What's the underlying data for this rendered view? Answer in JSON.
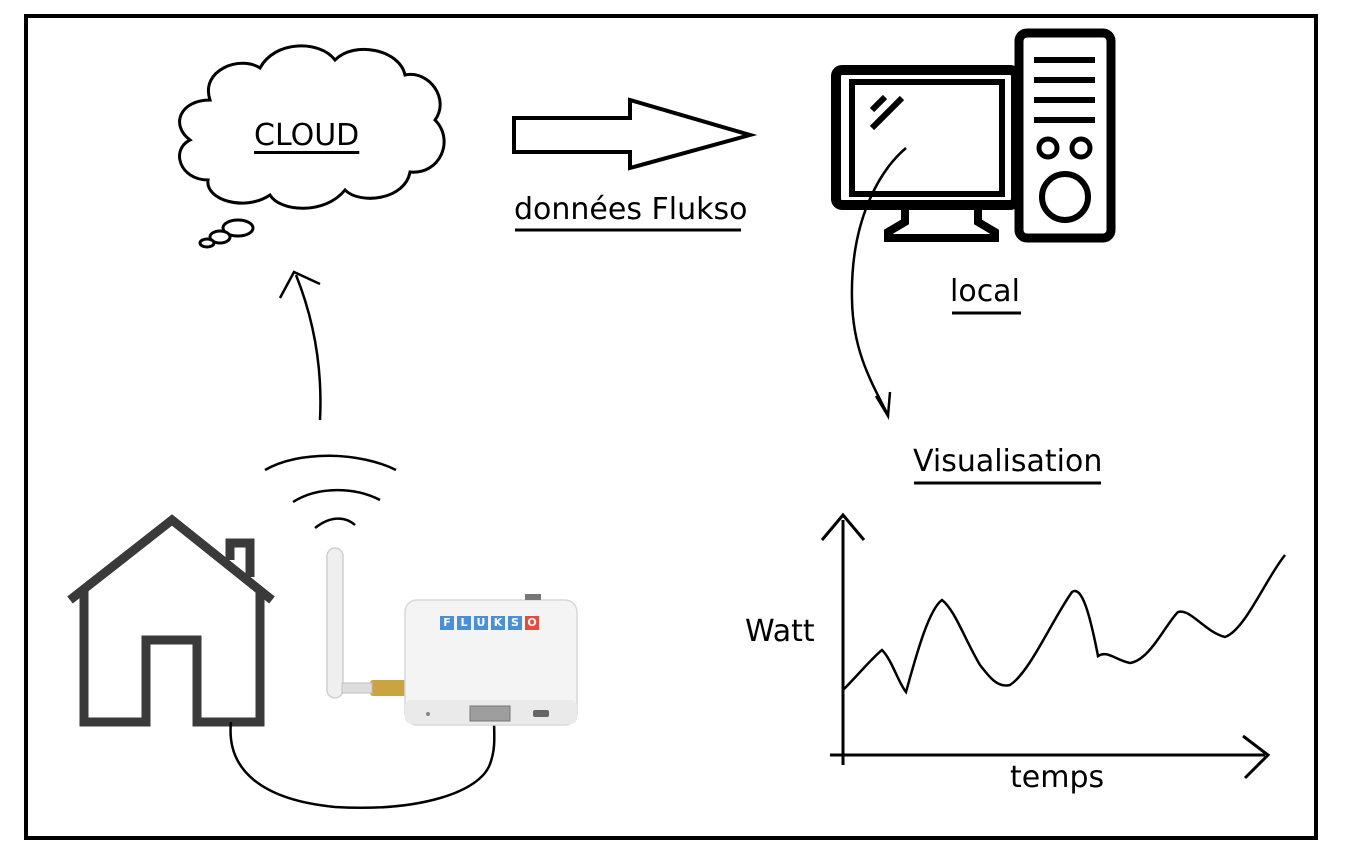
{
  "labels": {
    "cloud": "CLOUD",
    "flow": "données Flukso",
    "local": "local",
    "visualisation": "Visualisation",
    "y_axis": "Watt",
    "x_axis": "temps"
  },
  "device": {
    "logo_letters": [
      "F",
      "L",
      "U",
      "K",
      "S",
      "O"
    ],
    "logo_colors": [
      "#4a90d9",
      "#4a90d9",
      "#4a90d9",
      "#4a90d9",
      "#4a90d9",
      "#e84a3c"
    ]
  },
  "colors": {
    "stroke": "#000000",
    "house": "#3a3a3a",
    "device_body": "#f2f2f2",
    "antenna": "#eeeeee"
  }
}
